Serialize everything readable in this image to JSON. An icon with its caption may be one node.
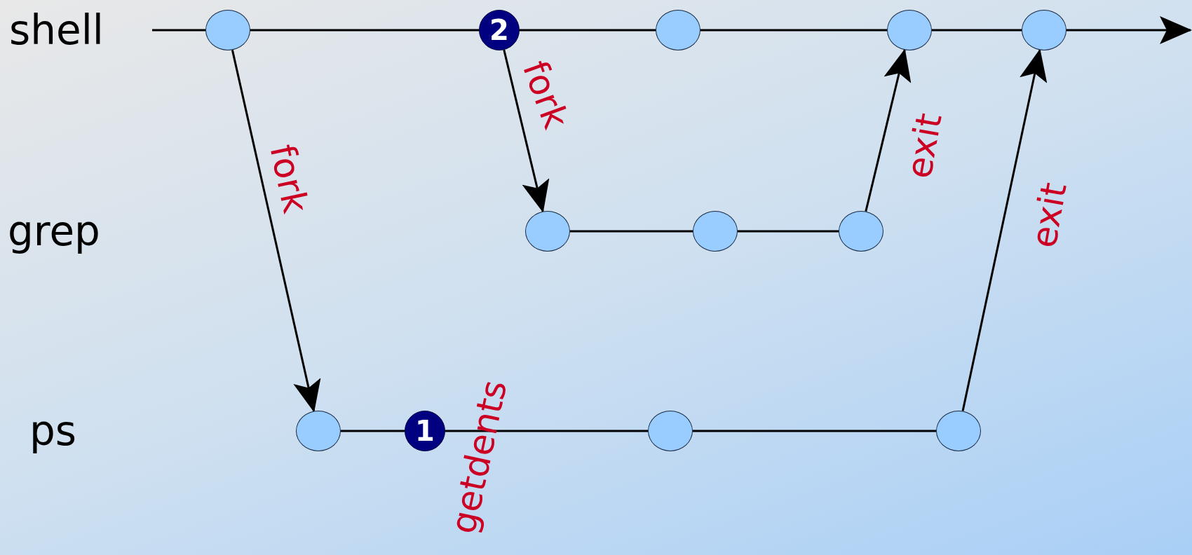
{
  "diagram": {
    "nodes": [
      {
        "text": [],
        "shape": "ellipse"
      },
      {
        "text": [
          "2"
        ]
      },
      {
        "text": [],
        "shape": "ellipse"
      },
      {
        "text": [],
        "shape": "ellipse"
      },
      {
        "text": [],
        "shape": "ellipse"
      },
      {
        "text": [],
        "shape": "ellipse"
      },
      {
        "text": [],
        "shape": "ellipse"
      },
      {
        "text": [],
        "shape": "ellipse"
      },
      {
        "text": [],
        "shape": "ellipse"
      },
      {
        "text": [
          "1"
        ],
        "beside": [
          "getdents"
        ]
      },
      {
        "text": [],
        "shape": "ellipse"
      },
      {
        "text": [],
        "shape": "ellipse"
      }
    ],
    "edges": [
      {
        "from": null,
        "to": 0,
        "arrow": "none"
      },
      {
        "from": 0,
        "to": 1,
        "arrow": "none"
      },
      {
        "from": 1,
        "to": 2,
        "arrow": "none"
      },
      {
        "from": 2,
        "to": 3,
        "arrow": "none"
      },
      {
        "from": 3,
        "to": 4,
        "arrow": "none"
      },
      {
        "from": 4,
        "to": null,
        "arrow": "to"
      },
      {
        "from": 0,
        "to": 8,
        "arrow": "to",
        "label": "fork"
      },
      {
        "from": 1,
        "to": 5,
        "arrow": "to",
        "label": "fork"
      },
      {
        "from": 7,
        "to": 3,
        "arrow": "to",
        "label": "exit"
      },
      {
        "from": 11,
        "to": 4,
        "arrow": "to",
        "label": "exit"
      },
      {
        "from": 5,
        "to": 6,
        "arrow": "none"
      },
      {
        "from": 6,
        "to": 7,
        "arrow": "none"
      },
      {
        "from": 8,
        "to": 9,
        "arrow": "none"
      },
      {
        "from": 9,
        "to": 10,
        "arrow": "none"
      },
      {
        "from": 10,
        "to": 11,
        "arrow": "none"
      }
    ],
    "labels": [
      "shell",
      "grep",
      "ps"
    ]
  }
}
